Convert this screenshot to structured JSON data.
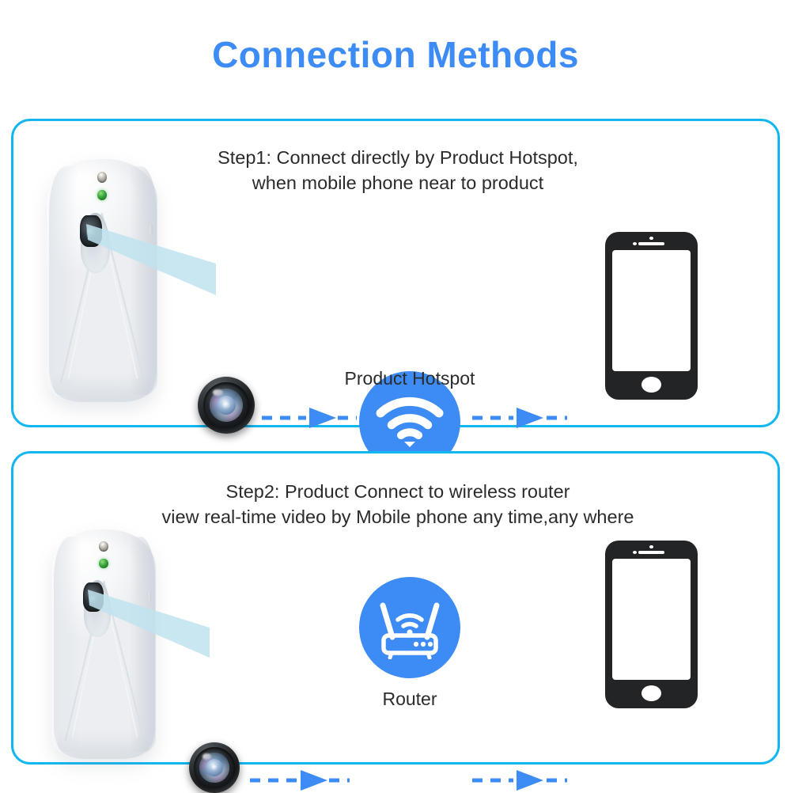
{
  "header": {
    "title": "Connection Methods",
    "title_color": "#3d8cf5"
  },
  "theme": {
    "panel_border_color": "#13b7f0",
    "accent_blue": "#3d8cf5",
    "arrow_color": "#3d8cf5",
    "background": "#ffffff",
    "text_color": "#2b2b2b",
    "beam_color": "#bfe3ee",
    "device_led_color": "#2f9b35",
    "phone_body_color": "#222426"
  },
  "steps": [
    {
      "id": "step-1",
      "caption": "Step1: Connect directly by  Product  Hotspot,\nwhen mobile phone near to product",
      "device_label": "product-dispenser-with-hidden-camera",
      "camera_label": "magnified-camera-lens",
      "node_icon": "wifi-icon",
      "node_label": "Product Hotspot",
      "endpoint_icon": "smartphone-icon",
      "arrow_left": "dashed-arrow-right",
      "arrow_right": "dashed-arrow-right"
    },
    {
      "id": "step-2",
      "caption": "Step2: Product Connect to wireless router\nview real-time video by Mobile phone any time,any where",
      "device_label": "product-dispenser-with-hidden-camera",
      "camera_label": "magnified-camera-lens",
      "node_icon": "router-icon",
      "node_label": "Router",
      "endpoint_icon": "smartphone-icon",
      "arrow_left": "dashed-arrow-right",
      "arrow_right": "dashed-arrow-right"
    }
  ]
}
